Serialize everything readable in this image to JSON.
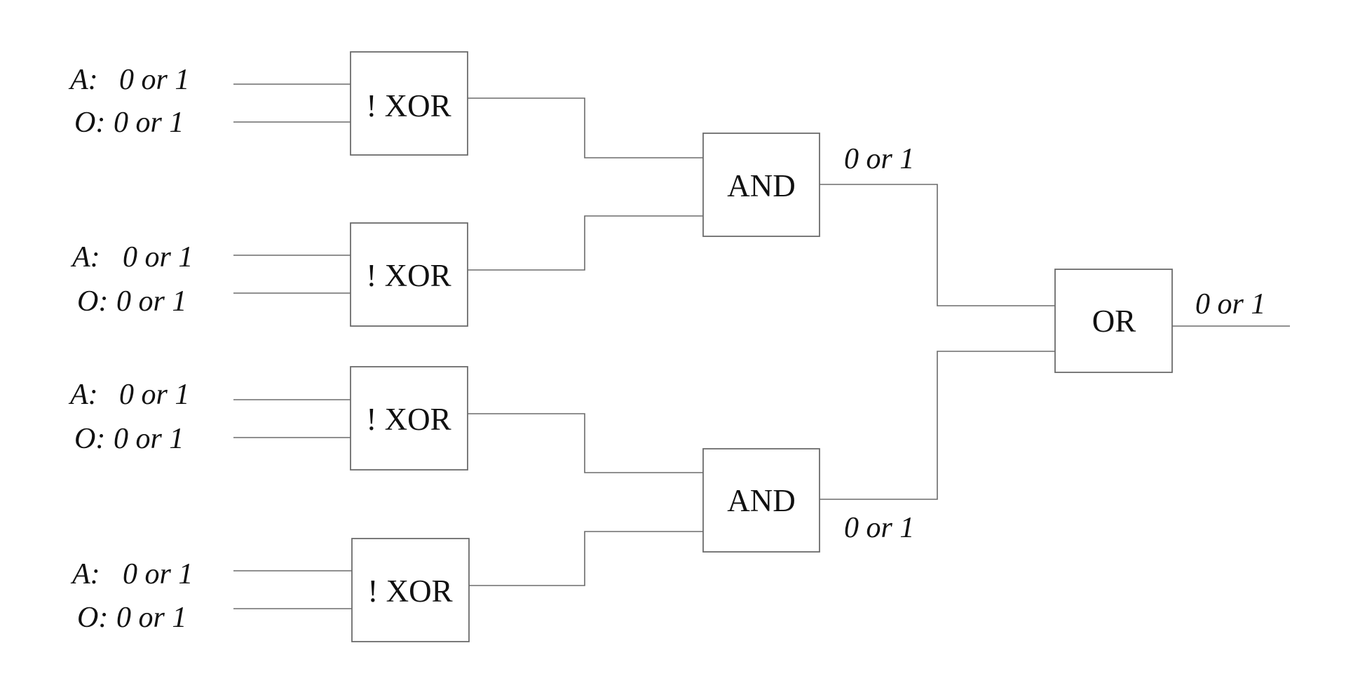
{
  "diagram": {
    "input_groups": [
      {
        "a_label": "A:",
        "a_value": "0 or 1",
        "o_label": "O:",
        "o_value": "0 or 1"
      },
      {
        "a_label": "A:",
        "a_value": "0 or 1",
        "o_label": "O:",
        "o_value": "0 or 1"
      },
      {
        "a_label": "A:",
        "a_value": "0 or 1",
        "o_label": "O:",
        "o_value": "0 or 1"
      },
      {
        "a_label": "A:",
        "a_value": "0 or 1",
        "o_label": "O:",
        "o_value": "0 or 1"
      }
    ],
    "gates": {
      "xnor_1": "! XOR",
      "xnor_2": "! XOR",
      "xnor_3": "! XOR",
      "xnor_4": "! XOR",
      "and_1": "AND",
      "and_2": "AND",
      "or_1": "OR"
    },
    "signals": {
      "and_1_output": "0 or 1",
      "and_2_output": "0 or 1",
      "or_output": "0 or 1"
    }
  }
}
